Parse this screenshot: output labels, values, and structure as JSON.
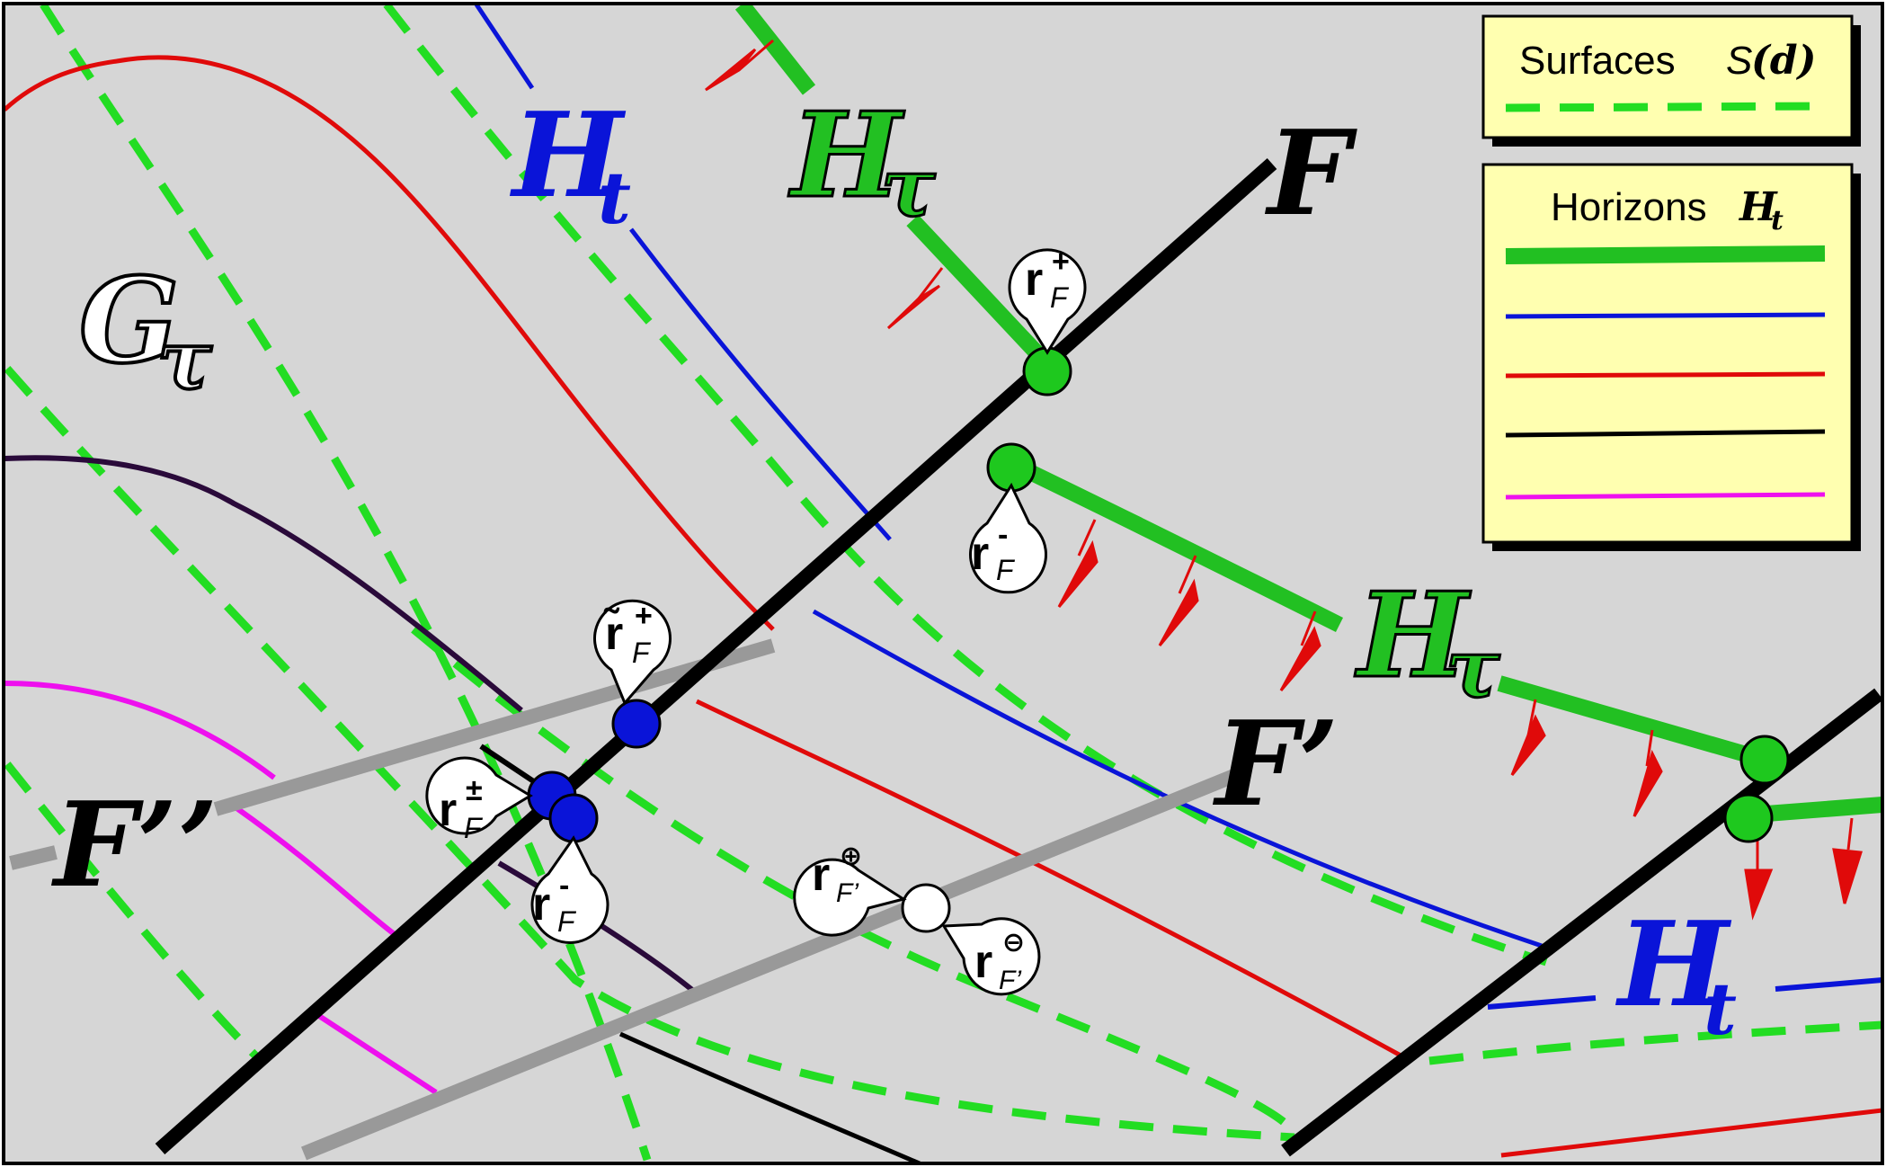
{
  "labels": {
    "H_t": {
      "main": "H",
      "sub": "t"
    },
    "H_tau": {
      "main": "H",
      "sub": "τ"
    },
    "G_tau": {
      "main": "G",
      "sub": "τ"
    },
    "F": "F",
    "F_prime": "F’",
    "F_double_prime": "F’’"
  },
  "legend": {
    "surfaces": {
      "label": "Surfaces",
      "symbol": "S",
      "arg": "(d)"
    },
    "horizons": {
      "label": "Horizons",
      "symbol": "H",
      "sub": "t"
    }
  },
  "markers": {
    "r_F_plus": {
      "main": "r",
      "sup": "+",
      "sub": "F"
    },
    "r_F_minus": {
      "main": "r",
      "sup": "-",
      "sub": "F"
    },
    "r_tilde_F_plus": {
      "main": "r̃",
      "sup": "+",
      "sub": "F"
    },
    "r_F_pm": {
      "main": "r",
      "sup": "±",
      "sub": "F"
    },
    "r_F_minus_lower": {
      "main": "r",
      "sup": "-",
      "sub": "F"
    },
    "r_Fp_oplus": {
      "main": "r",
      "sup": "⊕",
      "sub": "F’"
    },
    "r_Fp_ominus": {
      "main": "r",
      "sup": "⊖",
      "sub": "F’"
    }
  },
  "colors": {
    "background": "#d6d6d6",
    "legend_bg": "#ffffb0",
    "surface": "#22dd22",
    "horizon_thick": "#22c022",
    "horizon_blue": "#0a14d8",
    "horizon_red": "#e00a0a",
    "horizon_black": "#000000",
    "horizon_purple": "#2a0a3a",
    "horizon_magenta": "#ee10ee",
    "fault": "#000000",
    "fault_minor": "#999999",
    "arrow": "#e00a0a",
    "dot_green": "#1ec81e",
    "dot_blue": "#0a14d8"
  }
}
